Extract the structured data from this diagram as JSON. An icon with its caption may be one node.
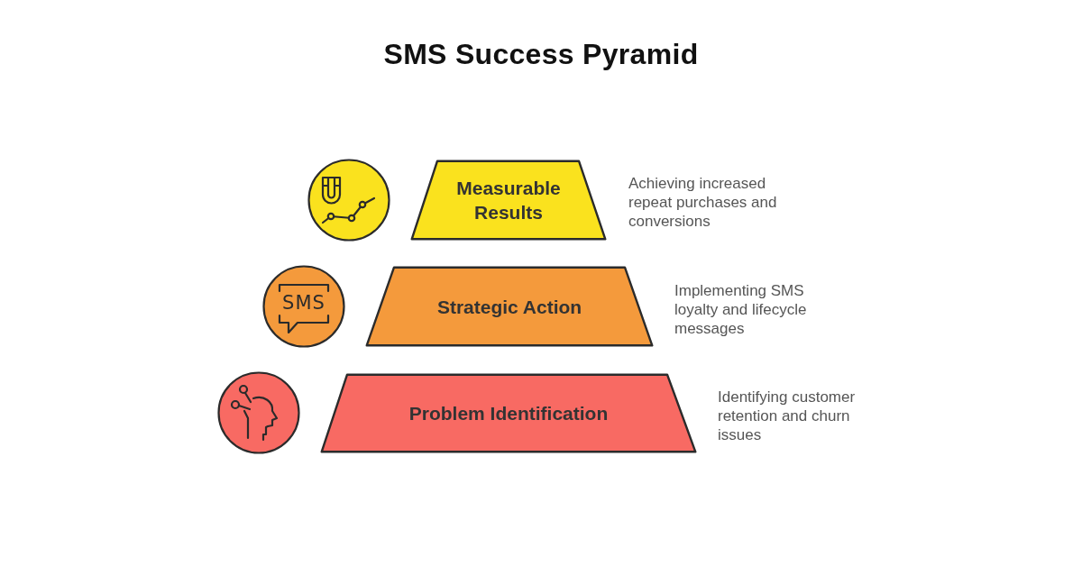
{
  "diagram": {
    "title": "SMS Success Pyramid",
    "nodes": [
      {
        "text": [
          "Measurable Results"
        ],
        "beside": [
          "Achieving increased repeat purchases and conversions"
        ]
      },
      {
        "text": [
          "Strategic Action"
        ],
        "beside": [
          "Implementing SMS loyalty and lifecycle messages"
        ]
      },
      {
        "text": [
          "Problem Identification"
        ],
        "beside": [
          "Identifying customer retention and churn issues"
        ]
      }
    ],
    "labels": [
      "SMS"
    ]
  }
}
